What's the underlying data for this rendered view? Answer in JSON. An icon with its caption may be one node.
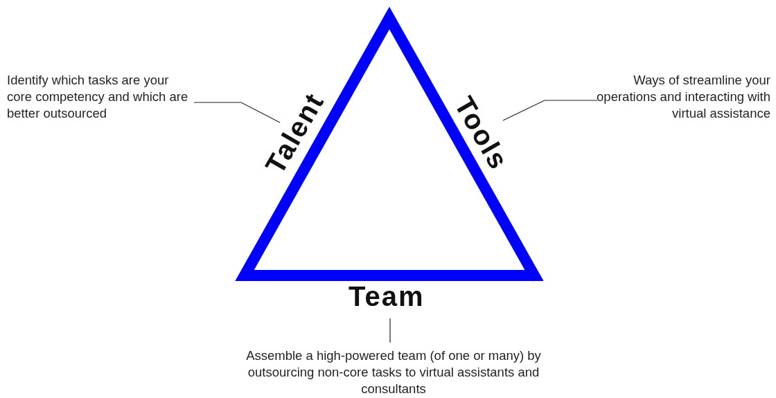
{
  "diagram": {
    "nodes": [
      {
        "text": [
          "Identify which tasks are your core competency and which are better outsourced"
        ]
      },
      {
        "text": [
          "Talent"
        ]
      },
      {
        "text": [
          "Tools"
        ]
      },
      {
        "text": [
          "Ways of streamline your operations and interacting with virtual assistance"
        ]
      },
      {
        "text": [
          "Team"
        ]
      },
      {
        "text": [
          "Assemble a high-powered team (of one or many) by outsourcing non-core tasks to virtual assistants and consultants"
        ]
      }
    ],
    "edges": [
      {
        "from": 0,
        "to": 1,
        "arrow": "none"
      },
      {
        "from": 3,
        "to": 2,
        "arrow": "none"
      },
      {
        "from": 5,
        "to": 4,
        "arrow": "none"
      }
    ]
  }
}
